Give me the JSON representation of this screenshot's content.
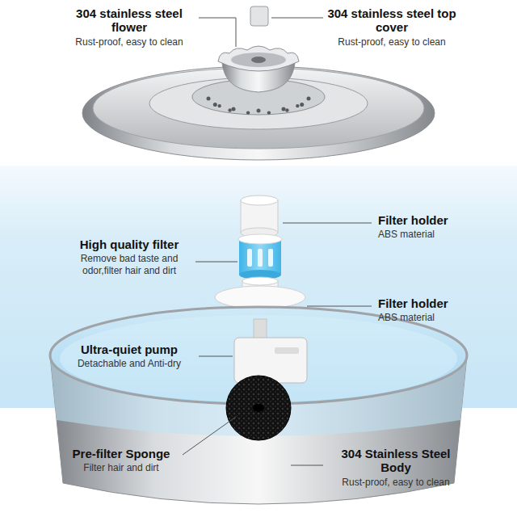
{
  "diagram": {
    "labels": [
      "304 stainless steel flower",
      "Rust-proof, easy to clean",
      "304 stainless steel top cover",
      "Rust-proof, easy to clean",
      "Filter holder",
      "ABS material",
      "High quality filter",
      "Remove bad taste and odor,filter hair and dirt",
      "Filter holder",
      "ABS material",
      "Ultra-quiet pump",
      "Detachable and Anti-dry",
      "Pre-filter Sponge",
      "Filter hair and dirt",
      "304 Stainless Steel Body",
      "Rust-proof, easy to clean"
    ]
  }
}
